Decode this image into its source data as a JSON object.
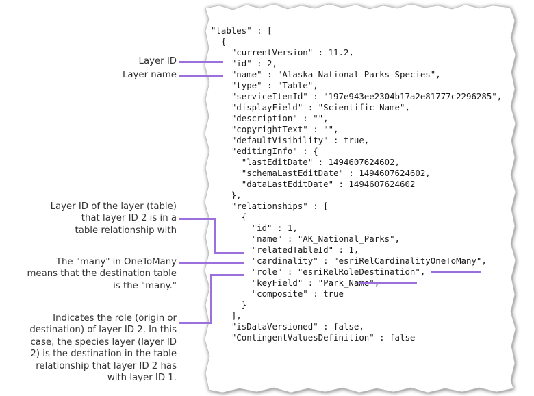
{
  "annotations": {
    "layer_id": "Layer ID",
    "layer_name": "Layer name",
    "related_layer": [
      "Layer ID of the layer (table)",
      "that layer ID 2 is in a",
      "table relationship with"
    ],
    "many": [
      "The \"many\" in OneToMany",
      "means that the destination table",
      "is the \"many.\""
    ],
    "role": [
      "Indicates the role (origin or",
      "destination) of layer ID 2. In this",
      "case, the species layer (layer ID",
      "2) is the destination in the table",
      "relationship that layer ID 2 has",
      "with layer ID 1."
    ]
  },
  "code_lines": [
    "\"tables\" : [",
    "  {",
    "    \"currentVersion\" : 11.2,",
    "    \"id\" : 2,",
    "    \"name\" : \"Alaska National Parks Species\",",
    "    \"type\" : \"Table\",",
    "    \"serviceItemId\" : \"197e943ee2304b17a2e81777c2296285\",",
    "    \"displayField\" : \"Scientific_Name\",",
    "    \"description\" : \"\",",
    "    \"copyrightText\" : \"\",",
    "    \"defaultVisibility\" : true,",
    "    \"editingInfo\" : {",
    "      \"lastEditDate\" : 1494607624602,",
    "      \"schemaLastEditDate\" : 1494607624602,",
    "      \"dataLastEditDate\" : 1494607624602",
    "    },",
    "    \"relationships\" : [",
    "      {",
    "        \"id\" : 1,",
    "        \"name\" : \"AK_National_Parks\",",
    "        \"relatedTableId\" : 1,",
    "        \"cardinality\" : \"esriRelCardinalityOneToMany\",",
    "        \"role\" : \"esriRelRoleDestination\",",
    "        \"keyField\" : \"Park_Name\",",
    "        \"composite\" : true",
    "      }",
    "    ],",
    "    \"isDataVersioned\" : false,",
    "    \"ContingentValuesDefinition\" : false"
  ],
  "colors": {
    "highlight": "#9b6fdc",
    "text": "#1a1a1a",
    "annotation_text": "#333333"
  }
}
